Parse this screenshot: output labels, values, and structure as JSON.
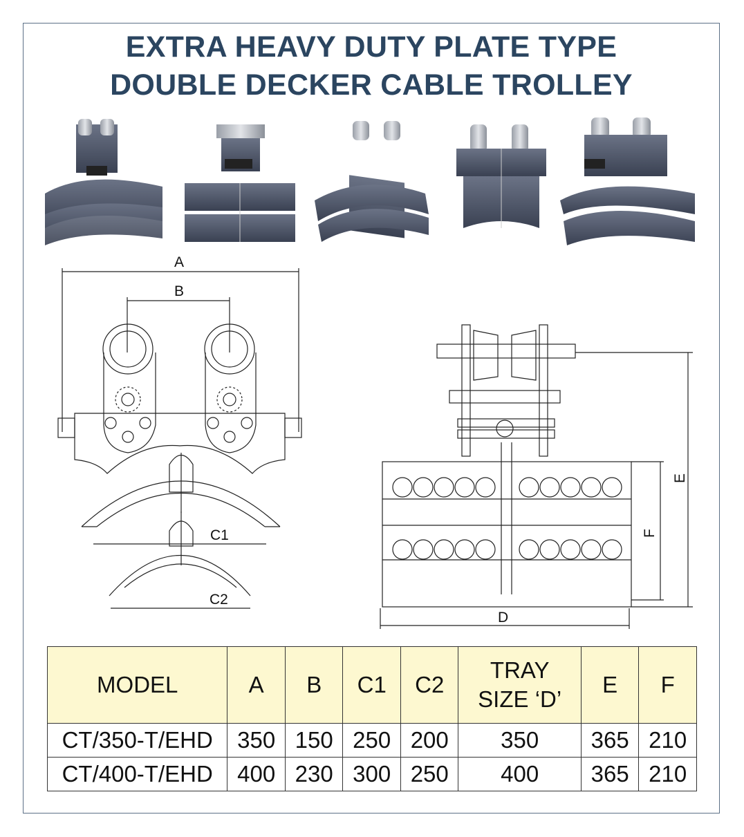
{
  "title": {
    "line1": "EXTRA HEAVY DUTY PLATE TYPE",
    "line2": "DOUBLE DECKER CABLE TROLLEY"
  },
  "drawing_labels": {
    "a": "A",
    "b": "B",
    "c1": "C1",
    "c2": "C2",
    "d": "D",
    "e": "E",
    "f": "F"
  },
  "table": {
    "headers": [
      "MODEL",
      "A",
      "B",
      "C1",
      "C2",
      "TRAY SIZE ‘D’",
      "E",
      "F"
    ],
    "header_tray_line1": "TRAY",
    "header_tray_line2": "SIZE ‘D’",
    "rows": [
      [
        "CT/350-T/EHD",
        "350",
        "150",
        "250",
        "200",
        "350",
        "365",
        "210"
      ],
      [
        "CT/400-T/EHD",
        "400",
        "230",
        "300",
        "250",
        "400",
        "365",
        "210"
      ]
    ]
  },
  "colors": {
    "title": "#2b4560",
    "header_bg": "#fdf8d0",
    "frame": "#5b6f86",
    "metal": "#4a5264"
  }
}
